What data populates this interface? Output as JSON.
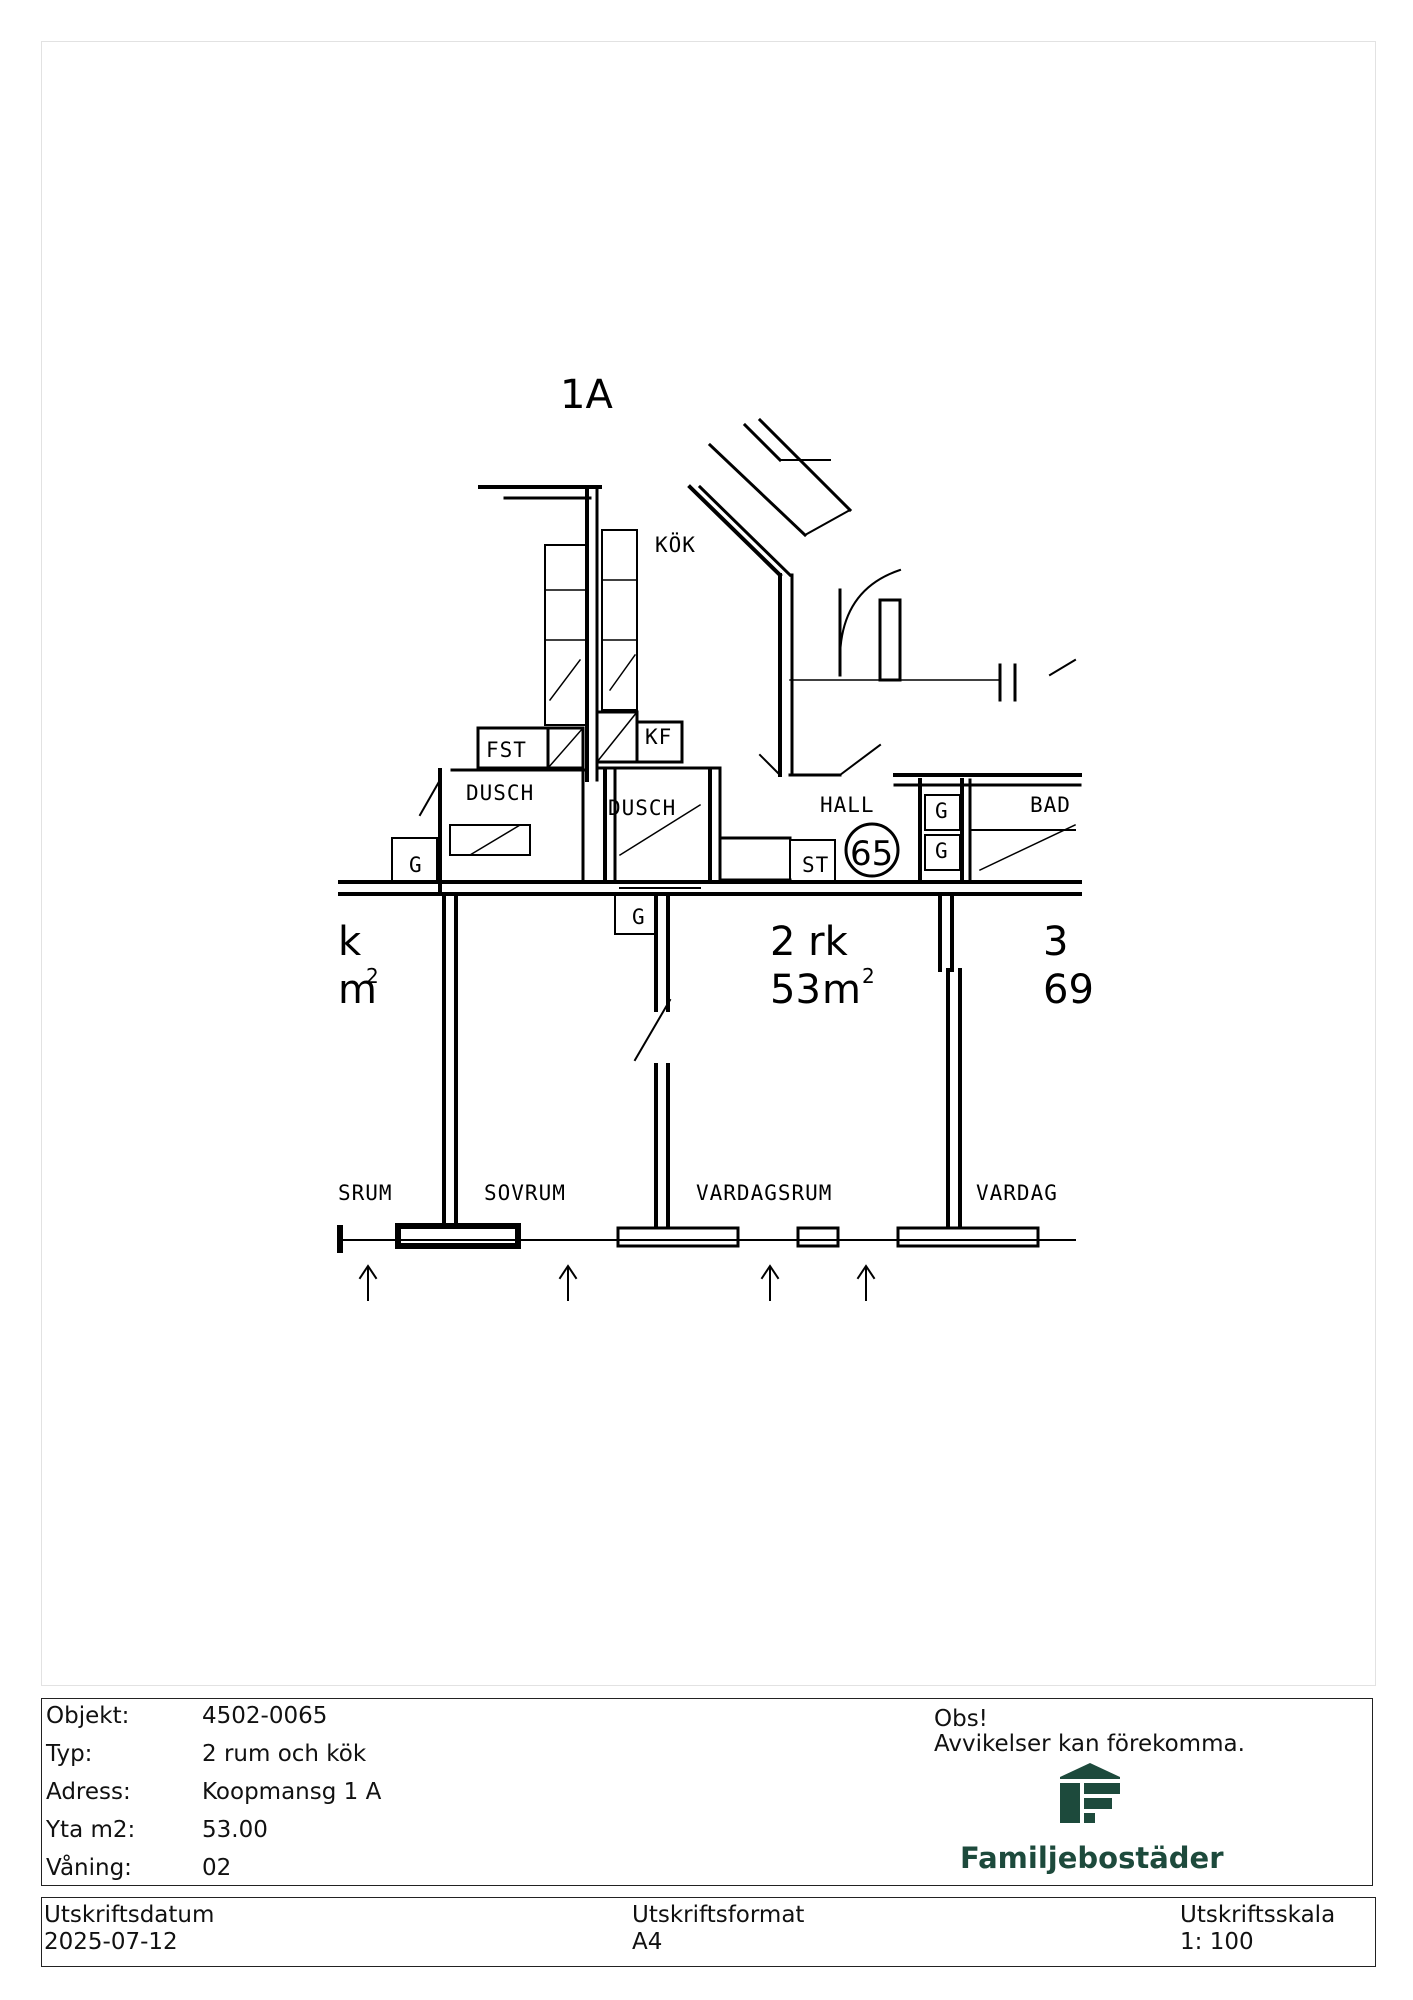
{
  "floorplan": {
    "building_label": "1A",
    "rooms": {
      "kok": "KÖK",
      "fst": "FST",
      "kf": "KF",
      "dusch_left": "DUSCH",
      "dusch_center": "DUSCH",
      "hall": "HALL",
      "bad": "BAD",
      "sovrum_left": "SRUM",
      "sovrum": "SOVRUM",
      "vardagsrum": "VARDAGSRUM",
      "vardagsrum_right": "VARDAG"
    },
    "fixtures": {
      "g": "G",
      "st": "ST"
    },
    "apartment_number": "65",
    "apartment": {
      "type": "2 rk",
      "area_value": "53",
      "area_unit": "m",
      "area_sup": "2"
    },
    "neighbor_left": {
      "type": "k",
      "area_unit": "m",
      "area_sup": "2"
    },
    "neighbor_right": {
      "type": "3",
      "area": "69"
    }
  },
  "info": {
    "rows": [
      {
        "key": "Objekt:",
        "value": "4502-0065"
      },
      {
        "key": "Typ:",
        "value": "2 rum och kök"
      },
      {
        "key": "Adress:",
        "value": "Koopmansg 1 A"
      },
      {
        "key": "Yta m2:",
        "value": "53.00"
      },
      {
        "key": "Våning:",
        "value": "02"
      }
    ],
    "obs_title": "Obs!",
    "obs_text": "Avvikelser kan förekomma."
  },
  "logo": {
    "name": "Familjebostäder",
    "color": "#1d4a3c"
  },
  "print": {
    "date_label": "Utskriftsdatum",
    "date_value": "2025-07-12",
    "format_label": "Utskriftsformat",
    "format_value": "A4",
    "scale_label": "Utskriftsskala",
    "scale_value": "1: 100"
  }
}
